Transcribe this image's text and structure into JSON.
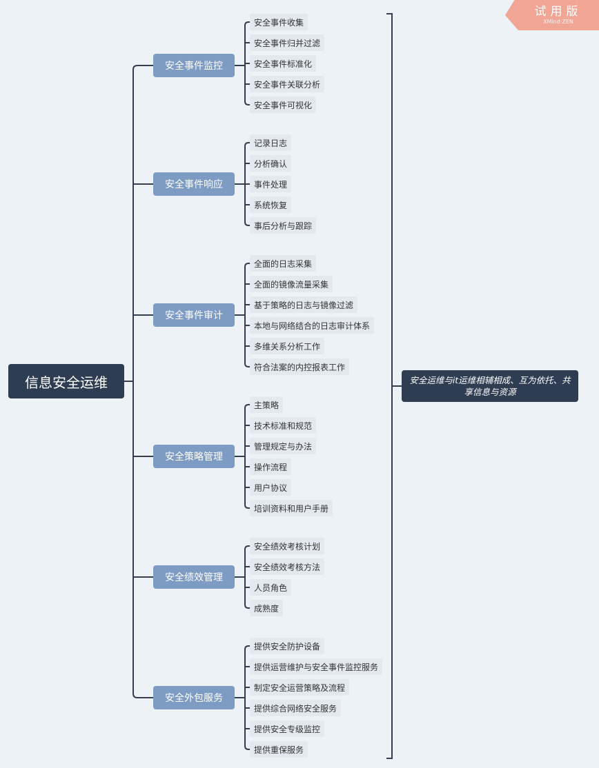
{
  "watermark": {
    "title": "试用版",
    "subtitle": "XMind·ZEN"
  },
  "root": {
    "label": "信息安全运维"
  },
  "summary": {
    "label": "安全运维与it运维相辅相成、互为依托、共享信息与资源"
  },
  "branches": [
    {
      "label": "安全事件监控",
      "children": [
        "安全事件收集",
        "安全事件归并过滤",
        "安全事件标准化",
        "安全事件关联分析",
        "安全事件可视化"
      ]
    },
    {
      "label": "安全事件响应",
      "children": [
        "记录日志",
        "分析确认",
        "事件处理",
        "系统恢复",
        "事后分析与跟踪"
      ]
    },
    {
      "label": "安全事件审计",
      "children": [
        "全面的日志采集",
        "全面的镜像流量采集",
        "基于策略的日志与镜像过滤",
        "本地与网络结合的日志审计体系",
        "多维关系分析工作",
        "符合法案的内控报表工作"
      ]
    },
    {
      "label": "安全策略管理",
      "children": [
        "主策略",
        "技术标准和规范",
        "管理规定与办法",
        "操作流程",
        "用户协议",
        "培训资料和用户手册"
      ]
    },
    {
      "label": "安全绩效管理",
      "children": [
        "安全绩效考核计划",
        "安全绩效考核方法",
        "人员角色",
        "成熟度"
      ]
    },
    {
      "label": "安全外包服务",
      "children": [
        "提供安全防护设备",
        "提供运营维护与安全事件监控服务",
        "制定安全运营策略及流程",
        "提供综合网络安全服务",
        "提供安全专级监控",
        "提供重保服务"
      ]
    }
  ]
}
